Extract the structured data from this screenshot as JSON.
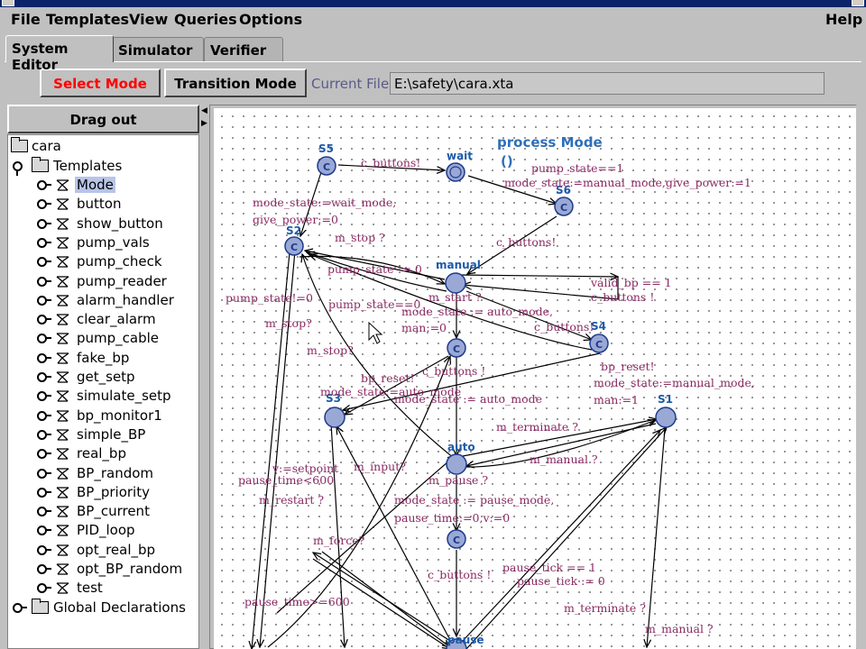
{
  "menu": {
    "file": "File",
    "templates": "Templates",
    "view": "View",
    "queries": "Queries",
    "options": "Options",
    "help": "Help"
  },
  "tabs": [
    "System Editor",
    "Simulator",
    "Verifier"
  ],
  "toolbar": {
    "select_mode": "Select Mode",
    "transition_mode": "Transition Mode",
    "current_file_label": "Current File:",
    "current_file_value": "E:\\safety\\cara.xta"
  },
  "sidebar": {
    "drag_out": "Drag out",
    "root": "cara",
    "templates_label": "Templates",
    "templates": [
      "Mode",
      "button",
      "show_button",
      "pump_vals",
      "pump_check",
      "pump_reader",
      "alarm_handler",
      "clear_alarm",
      "pump_cable",
      "fake_bp",
      "get_setp",
      "simulate_setp",
      "bp_monitor1",
      "simple_BP",
      "real_bp",
      "BP_random",
      "BP_priority",
      "BP_current",
      "PID_loop",
      "opt_real_bp",
      "opt_BP_random",
      "test"
    ],
    "global_declarations": "Global Declarations"
  },
  "diagram": {
    "process_title": "process Mode",
    "process_param": "()",
    "states": [
      "S5",
      "wait",
      "S6",
      "S2",
      "manual",
      "S4",
      "S3",
      "S1",
      "auto",
      "pause"
    ],
    "labels": [
      "c_buttons!",
      "pump_state==1",
      "mode_state:=manual_mode,give_power:=1",
      "mode_state:=wait_mode,",
      "give_power:=0",
      "m_stop ?",
      "c_buttons!",
      "pump_state != 0",
      "m_start ?",
      "valid_bp == 1",
      "c_buttons !",
      "pump_state!=0",
      "pump_state==0",
      "mode_state := auto_mode,",
      "man:=0",
      "c_buttons!",
      "m_stop?",
      "m_stop?",
      "bp_reset!",
      "mode_state:=manual_mode,",
      "man:=1",
      "bp_reset!",
      "c_buttons !",
      "mode_state:=auto_mode",
      "mode_state := auto_mode",
      "m_terminate ?",
      "m_manual ?",
      "v:=setpoint",
      "m_input?",
      "pause_time<600",
      "m_pause ?",
      "m_restart ?",
      "mode_state := pause_mode,",
      "pause_time:=0,v:=0",
      "m_force?",
      "pause_tick == 1",
      "c_buttons !",
      "pause_tick := 0",
      "pause_time>=600",
      "m_terminate ?",
      "m_manual ?"
    ]
  }
}
